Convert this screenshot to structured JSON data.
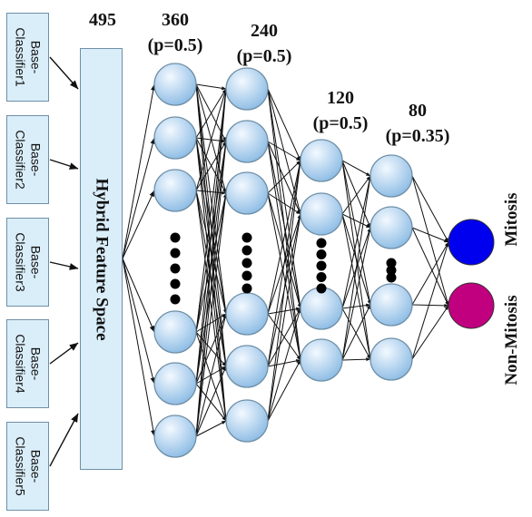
{
  "input_layer": {
    "size": "495",
    "label": "Hybrid Feature Space",
    "base_classifiers": [
      "Base-\nClassifier1",
      "Base-\nClassifier2",
      "Base-\nClassifier3",
      "Base-\nClassifier4",
      "Base-\nClassifier5"
    ]
  },
  "hidden_layers": [
    {
      "size": "360",
      "dropout": "(p=0.5)",
      "nodes": 6
    },
    {
      "size": "240",
      "dropout": "(p=0.5)",
      "nodes": 6
    },
    {
      "size": "120",
      "dropout": "(p=0.5)",
      "nodes": 4
    },
    {
      "size": "80",
      "dropout": "(p=0.35)",
      "nodes": 4
    }
  ],
  "outputs": [
    {
      "label": "Mitosis",
      "color": "#0000ee"
    },
    {
      "label": "Non-Mitosis",
      "color": "#c0007f"
    }
  ],
  "colors": {
    "box_fill": "#daeefa",
    "box_border": "#6e8fa6",
    "node_gradient_light": "#f3f9ff",
    "node_gradient_dark": "#8fbde5",
    "node_border": "#6e8fa6",
    "edge": "#111111"
  }
}
